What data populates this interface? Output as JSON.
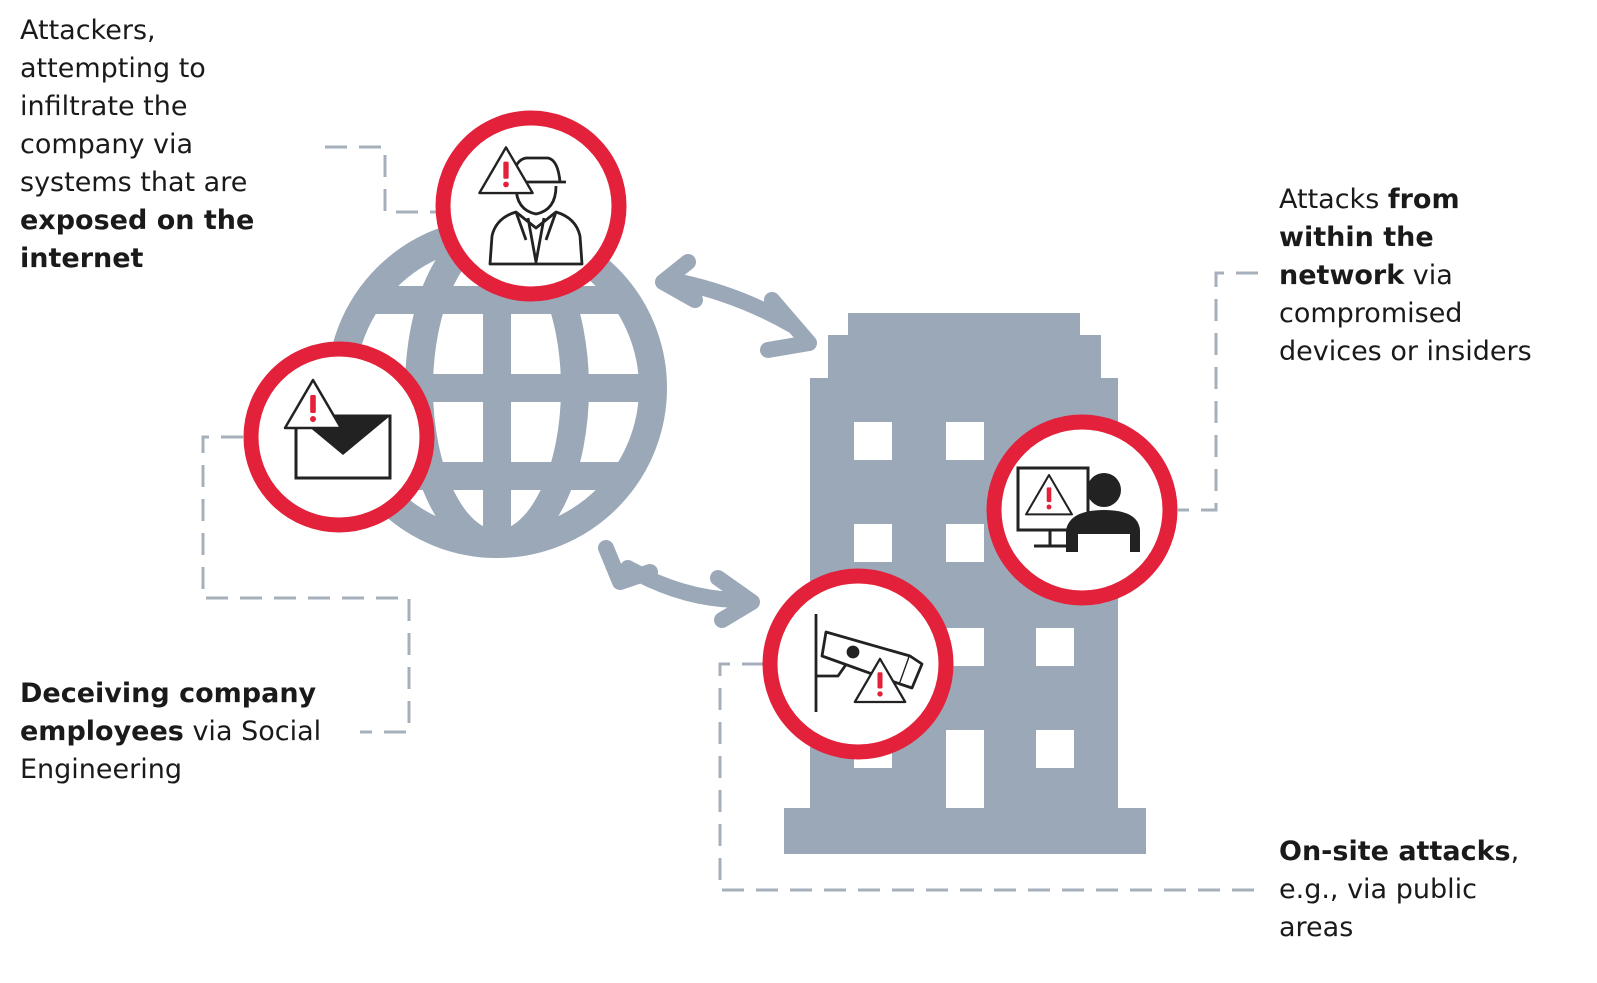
{
  "labels": {
    "internet": {
      "line1": "Attackers,",
      "line2": "attempting to",
      "line3": "infiltrate the",
      "line4": "company via",
      "line5": "systems that are",
      "bold1": "exposed on the",
      "bold2": "internet"
    },
    "social": {
      "bold1": "Deceiving company",
      "bold2": "employees",
      "rest2": " via Social",
      "line3": "Engineering"
    },
    "insider": {
      "pre1": "Attacks ",
      "bold1": "from",
      "bold2": "within the",
      "bold3": "network",
      "rest3": " via",
      "line4": "compromised",
      "line5": "devices or insiders"
    },
    "onsite": {
      "bold1": "On-site attacks",
      "rest1": ",",
      "line2": "e.g., via public",
      "line3": "areas"
    }
  },
  "icons": {
    "globe": "globe-icon",
    "building": "building-icon",
    "hacker": "hacker-icon",
    "email": "email-icon",
    "insider": "computer-user-icon",
    "camera": "security-camera-icon",
    "warning": "warning-triangle-icon",
    "arrow": "double-arrow-icon"
  },
  "colors": {
    "accent_red": "#e3213a",
    "structure_gray": "#9aa8b8",
    "connector_gray": "#a6b0bb",
    "icon_dark": "#222222",
    "text": "#1a1a1a"
  }
}
